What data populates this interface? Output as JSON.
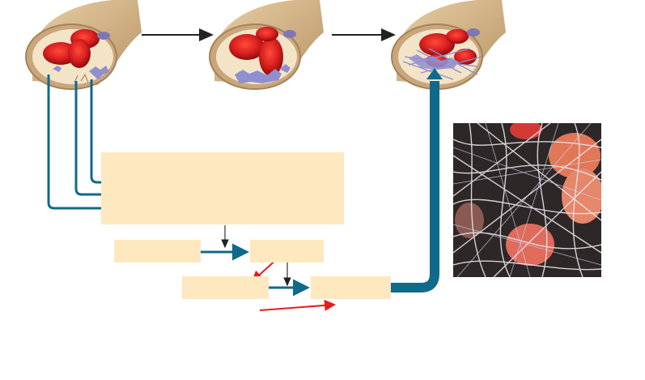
{
  "diagram": {
    "stages": [
      {
        "name": "vessel-injury"
      },
      {
        "name": "platelet-plug"
      },
      {
        "name": "fibrin-clot"
      }
    ],
    "label_boxes": [
      {
        "name": "clotting-factors-box",
        "text": ""
      },
      {
        "name": "prothrombin-box",
        "text": ""
      },
      {
        "name": "thrombin-box",
        "text": ""
      },
      {
        "name": "fibrinogen-box",
        "text": ""
      },
      {
        "name": "fibrin-box",
        "text": ""
      }
    ],
    "colors": {
      "arrow_blue": "#0f6a8c",
      "arrow_black": "#222222",
      "arrow_red": "#e81b1b",
      "label_fill": "#fde8bf",
      "vessel_wall": "#c9a77a",
      "rbc": "#d8201f",
      "platelet": "#8f8fd0"
    },
    "photo": {
      "name": "fibrin-micrograph"
    }
  }
}
